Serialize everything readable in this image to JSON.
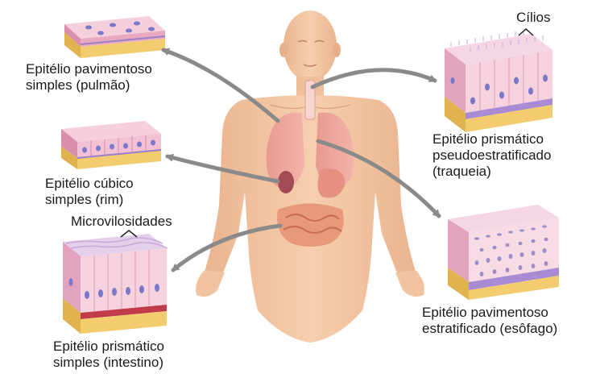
{
  "labels": {
    "squamous_simple": [
      "Epitélio pavimentoso",
      "simples (pulmão)"
    ],
    "cuboidal_simple": [
      "Epitélio cúbico",
      "simples (rim)"
    ],
    "columnar_simple": [
      "Epitélio prismático",
      "simples (intestino)"
    ],
    "pseudostratified": [
      "Epitélio prismático",
      "pseudoestratificado",
      "(traqueia)"
    ],
    "stratified_squamous": [
      "Epitélio pavimentoso",
      "estratificado (esôfago)"
    ],
    "cilia": "Cílios",
    "microvilli": "Microvilosidades"
  },
  "colors": {
    "skin": "#f4c7a4",
    "skin_shade": "#e8b08a",
    "tissue_pink": "#f3c6d6",
    "tissue_cell": "#f7d6e2",
    "nucleus": "#7c78c9",
    "basement_yellow": "#f3d37a",
    "arrow": "#8a8a8a"
  }
}
